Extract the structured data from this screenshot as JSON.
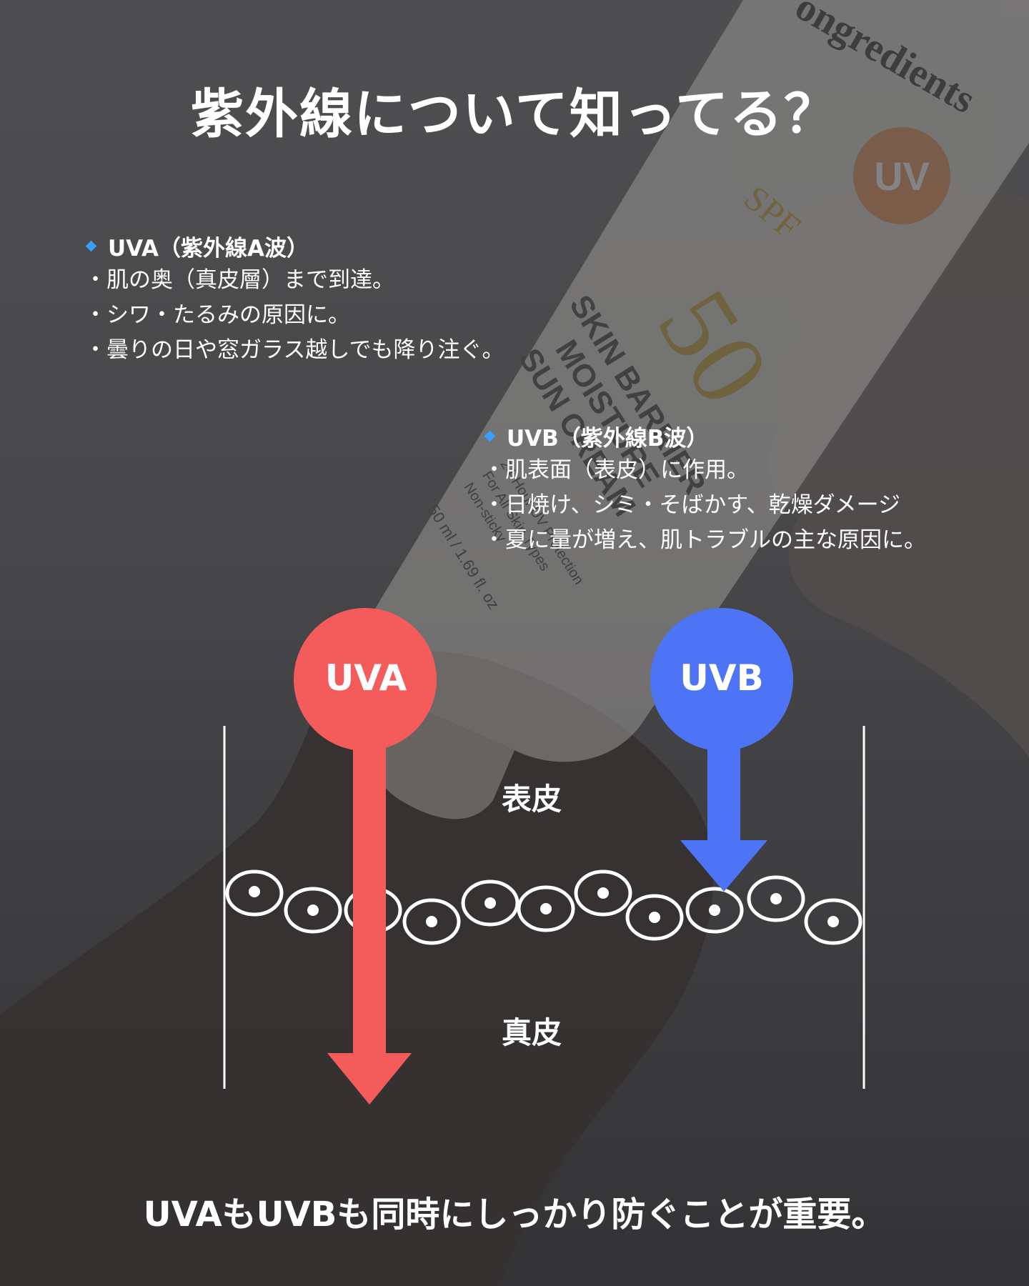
{
  "title": "紫外線について知ってる？",
  "uva": {
    "heading": "UVA（紫外線A波）",
    "points": [
      "・肌の奥（真皮層）まで到達。",
      "・シワ・たるみの原因に。",
      "・曇りの日や窓ガラス越しでも降り注ぐ。"
    ],
    "circle_label": "UVA",
    "color": "#f45b5b"
  },
  "uvb": {
    "heading": "UVB（紫外線B波）",
    "points": [
      "・肌表面（表皮）に作用。",
      "・日焼け、シミ・そばかす、乾燥ダメージ",
      "・夏に量が増え、肌トラブルの主な原因に。"
    ],
    "circle_label": "UVB",
    "color": "#4d74f5"
  },
  "diagram": {
    "epidermis_label": "表皮",
    "dermis_label": "真皮"
  },
  "product": {
    "brand_text": "ongredients",
    "badge_text": "UV",
    "spf_text": "SPF",
    "spf_value": "50",
    "name_lines": [
      "SKIN BARRIER",
      "MOISTURE",
      "SUN CREAM"
    ],
    "claims": [
      "24-Hour UV Protection",
      "For All Skin Types",
      "Non-sticky"
    ],
    "volume": "50 ml / 1.69 fl. oz"
  },
  "footer": "UVAもUVBも同時にしっかり防ぐことが重要。"
}
